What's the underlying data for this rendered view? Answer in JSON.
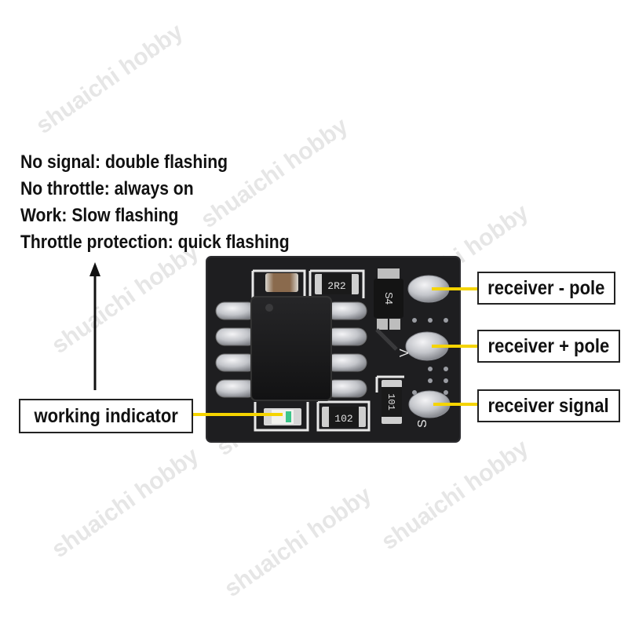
{
  "watermark": "shuaichi hobby",
  "status_legend": [
    "No signal: double flashing",
    "No throttle: always on",
    "Work: Slow flashing",
    "Throttle protection: quick flashing"
  ],
  "labels": {
    "working_indicator": "working indicator",
    "receiver_negative": "receiver - pole",
    "receiver_positive": "receiver + pole",
    "receiver_signal": "receiver signal"
  },
  "pcb_markings": {
    "r_top": "2R2",
    "transistor": "S4",
    "r_right": "101",
    "r_bottom": "102",
    "pin_v": "V",
    "pin_s": "S"
  },
  "colors": {
    "pointer_line": "#f5d400",
    "pcb": "#1e1e20",
    "silkscreen": "#e8e8e8",
    "pad_silver": "#c9cbd0"
  }
}
